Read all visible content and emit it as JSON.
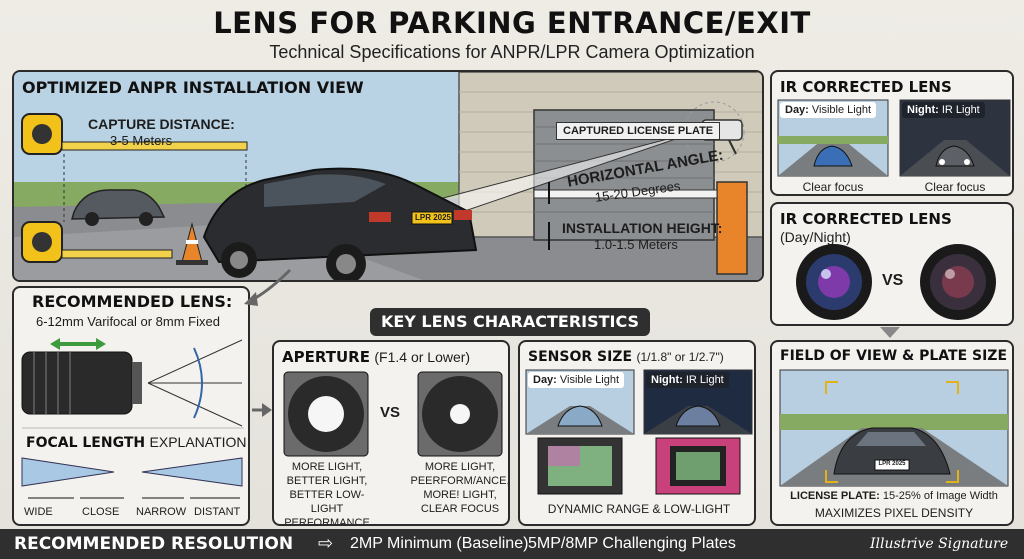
{
  "header": {
    "title": "LENS FOR PARKING ENTRANCE/EXIT",
    "subtitle": "Technical Specifications for ANPR/LPR Camera Optimization"
  },
  "install_view": {
    "title": "OPTIMIZED ANPR INSTALLATION VIEW",
    "capture_label": "CAPTURE DISTANCE:",
    "capture_value": "3-5 Meters",
    "plate_banner": "CAPTURED LICENSE PLATE",
    "angle_label": "HORIZONTAL ANGLE:",
    "angle_value": "15-20 Degrees",
    "height_label": "INSTALLATION HEIGHT:",
    "height_value": "1.0-1.5 Meters",
    "plate_text": "LPR 2025"
  },
  "ir_lens": {
    "title": "IR CORRECTED LENS",
    "day_label": "Day:",
    "day_value": "Visible Light",
    "night_label": "Night:",
    "night_value": "IR Light",
    "day_caption": "Clear focus",
    "night_caption": "Clear focus"
  },
  "ir_daynight": {
    "title": "IR CORRECTED LENS",
    "title_suffix": "(Day/Night)",
    "vs": "VS"
  },
  "recommended_lens": {
    "title": "RECOMMENDED LENS:",
    "value": "6-12mm Varifocal or 8mm Fixed",
    "focal_title": "FOCAL LENGTH",
    "focal_suffix": "EXPLANATION",
    "wide": "WIDE",
    "close": "CLOSE",
    "narrow": "NARROW",
    "distant": "DISTANT"
  },
  "key_characteristics": {
    "title": "KEY LENS CHARACTERISTICS"
  },
  "aperture": {
    "title": "APERTURE",
    "title_suffix": "(F1.4 or Lower)",
    "vs": "VS",
    "left_caption": [
      "MORE LIGHT,",
      "BETTER LIGHT,",
      "BETTER LOW-LIGHT",
      "PERFORMANCE"
    ],
    "right_caption": [
      "MORE LIGHT,",
      "PEERFORM/ANCE,",
      "MORE! LIGHT,",
      "CLEAR FOCUS"
    ]
  },
  "sensor": {
    "title": "SENSOR SIZE",
    "title_suffix": "(1/1.8\" or 1/2.7\")",
    "day_label": "Day:",
    "day_value": "Visible Light",
    "night_label": "Night:",
    "night_value": "IR Light",
    "caption": "DYNAMIC RANGE & LOW-LIGHT"
  },
  "fov": {
    "title": "FIELD OF VIEW & PLATE SIZE",
    "plate_label": "LICENSE PLATE:",
    "plate_value": "15-25% of Image Width",
    "caption2": "MAXIMIZES PIXEL DENSITY",
    "plate_text": "LPR 2025"
  },
  "footer": {
    "label": "RECOMMENDED RESOLUTION",
    "item1": "2MP Minimum (Baseline)",
    "item2": "5MP/8MP Challenging Plates",
    "signature": "Illustrive Signature"
  },
  "colors": {
    "panel_border": "#2b2b2b",
    "accent_orange": "#e8842a",
    "tape_yellow": "#f2c21b",
    "sky": "#aecbe0",
    "grass": "#7fa65a",
    "road": "#7d7f82"
  }
}
